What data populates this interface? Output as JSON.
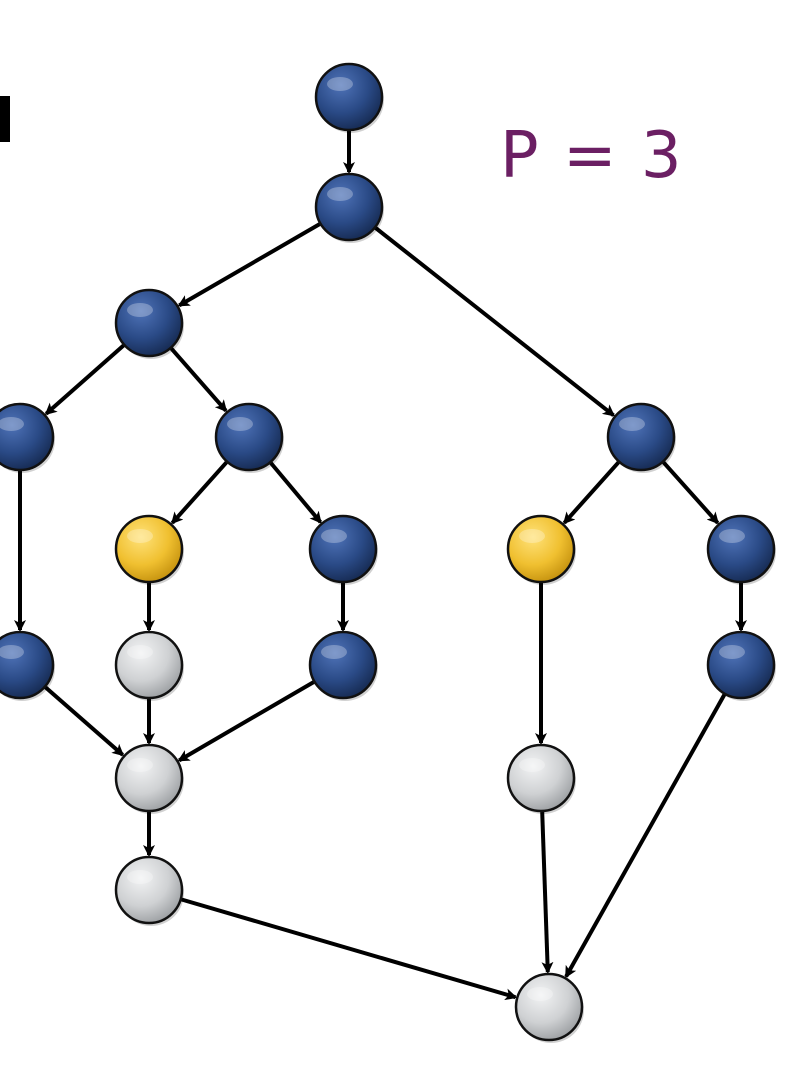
{
  "label": "P = 3",
  "colors": {
    "label": "#6b1f63",
    "edge": "#000000",
    "node_states": {
      "done": "#2a4a86",
      "ready": "#f0c030",
      "pending": "#cfd1d3"
    }
  },
  "node_states": [
    "done",
    "done",
    "done",
    "done",
    "done",
    "done",
    "ready",
    "done",
    "ready",
    "done",
    "done",
    "pending",
    "done",
    "done",
    "pending",
    "pending",
    "pending",
    "pending"
  ],
  "edges": [
    [
      0,
      1
    ],
    [
      1,
      2
    ],
    [
      1,
      5
    ],
    [
      2,
      3
    ],
    [
      2,
      4
    ],
    [
      4,
      6
    ],
    [
      4,
      7
    ],
    [
      5,
      8
    ],
    [
      5,
      9
    ],
    [
      3,
      10
    ],
    [
      6,
      11
    ],
    [
      7,
      12
    ],
    [
      9,
      13
    ],
    [
      10,
      14
    ],
    [
      11,
      14
    ],
    [
      12,
      14
    ],
    [
      14,
      15
    ],
    [
      8,
      16
    ],
    [
      15,
      17
    ],
    [
      16,
      17
    ],
    [
      13,
      17
    ]
  ]
}
